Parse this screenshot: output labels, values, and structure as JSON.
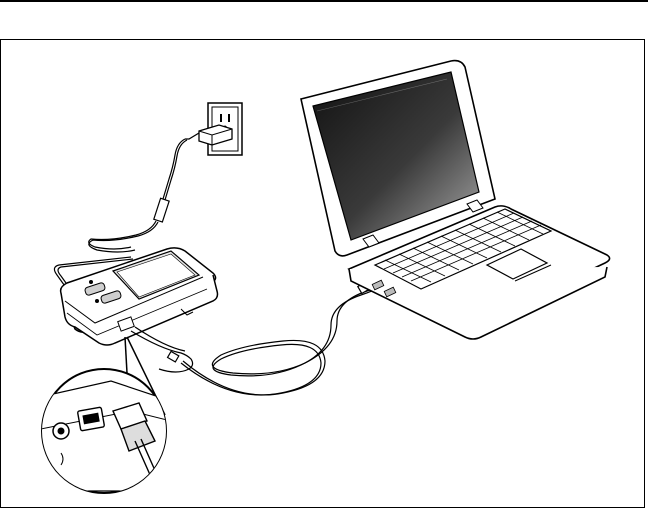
{
  "figure": {
    "components": [
      "wall-outlet",
      "ac-adapter",
      "handheld-device",
      "usb-cable",
      "laptop-computer",
      "usb-port-detail"
    ],
    "colors": {
      "line": "#000000",
      "paper": "#ffffff",
      "shade": "#d9d9d9",
      "screen_dark": "#1a1a1a",
      "screen_light": "#9a9a9a"
    }
  }
}
